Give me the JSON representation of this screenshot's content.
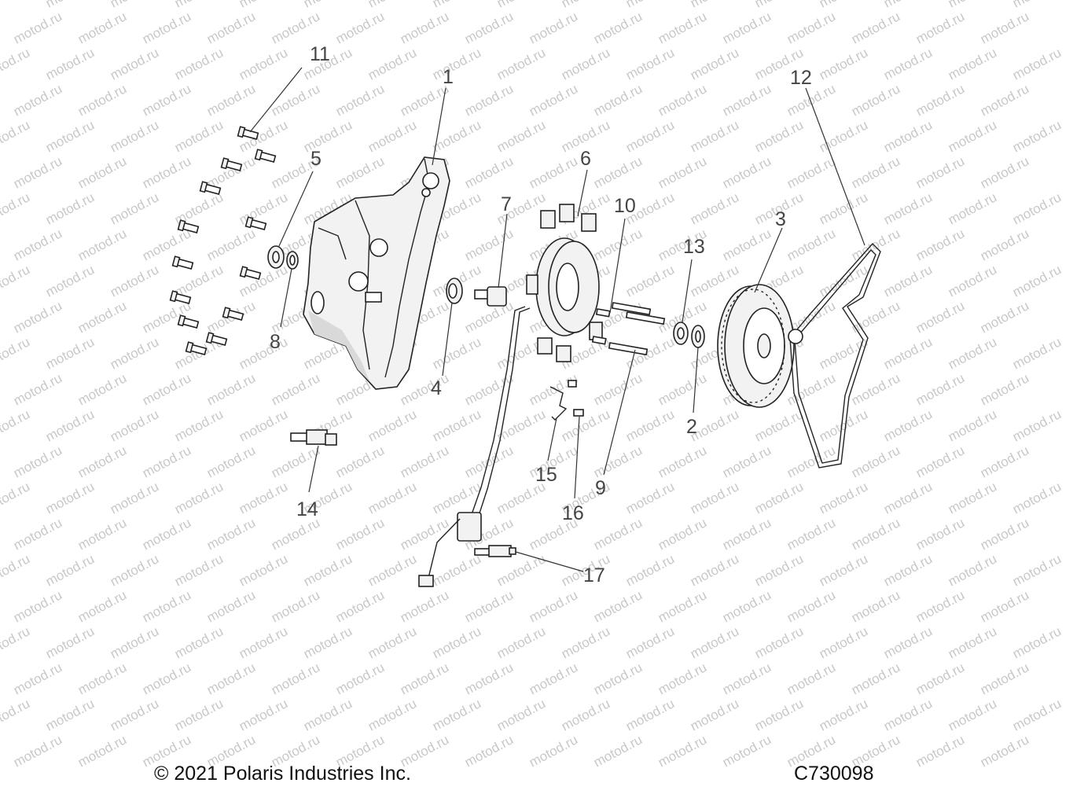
{
  "watermark": "motod.ru",
  "callouts": {
    "c1": "1",
    "c2": "2",
    "c3": "3",
    "c4": "4",
    "c5": "5",
    "c6": "6",
    "c7": "7",
    "c8": "8",
    "c9": "9",
    "c10": "10",
    "c11": "11",
    "c12": "12",
    "c13": "13",
    "c14": "14",
    "c15": "15",
    "c16": "16",
    "c17": "17"
  },
  "footer": {
    "copyright": "© 2021 Polaris Industries Inc.",
    "figure_id": "C730098"
  }
}
